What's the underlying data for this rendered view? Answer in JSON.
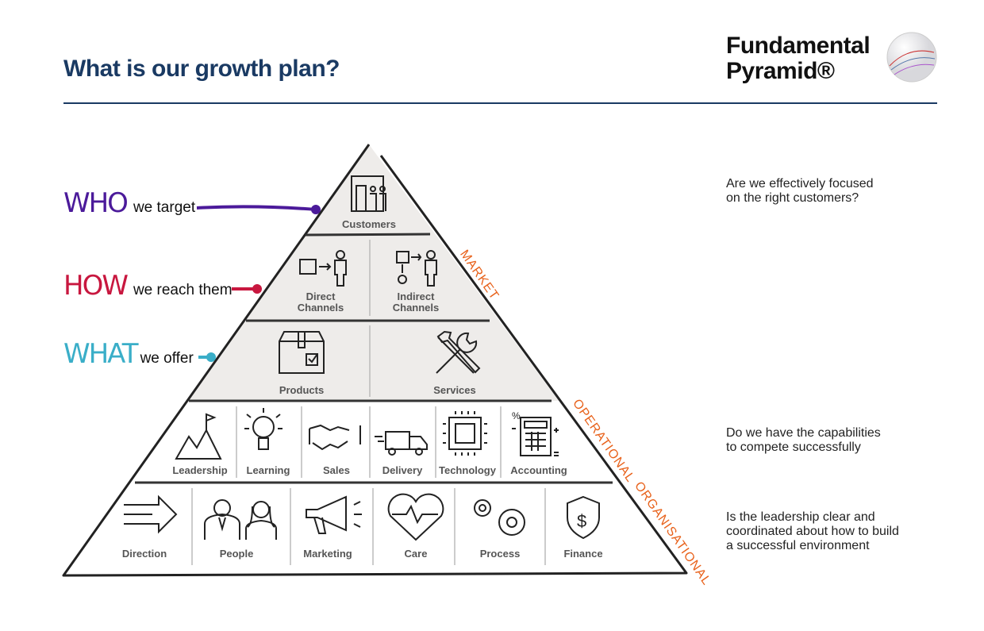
{
  "header": {
    "title": "What is our growth plan?",
    "brand_line1": "Fundamental",
    "brand_line2": "Pyramid®"
  },
  "levels": [
    {
      "key": "WHO",
      "text": "we target",
      "color": "#4b1a9a"
    },
    {
      "key": "HOW",
      "text": "we reach them",
      "color": "#c8173f"
    },
    {
      "key": "WHAT",
      "text": "we offer",
      "color": "#3aaec8"
    }
  ],
  "pyramid": {
    "tier1": [
      "Customers"
    ],
    "tier2": [
      [
        "Direct",
        "Channels"
      ],
      [
        "Indirect",
        "Channels"
      ]
    ],
    "tier3": [
      "Products",
      "Services"
    ],
    "tier4": [
      "Leadership",
      "Learning",
      "Sales",
      "Delivery",
      "Technology",
      "Accounting"
    ],
    "tier5": [
      "Direction",
      "People",
      "Marketing",
      "Care",
      "Process",
      "Finance"
    ]
  },
  "side_labels": {
    "market": "MARKET",
    "operational": "OPERATIONAL",
    "organisational": "ORGANISATIONAL",
    "color": "#e8611a"
  },
  "questions": {
    "q1": [
      "Are we effectively focused",
      "on the right customers?"
    ],
    "q2": [
      "Do we have the capabilities",
      "to compete successfully"
    ],
    "q3": [
      "Is the leadership clear and",
      "coordinated about how to build",
      "a successful environment"
    ]
  }
}
